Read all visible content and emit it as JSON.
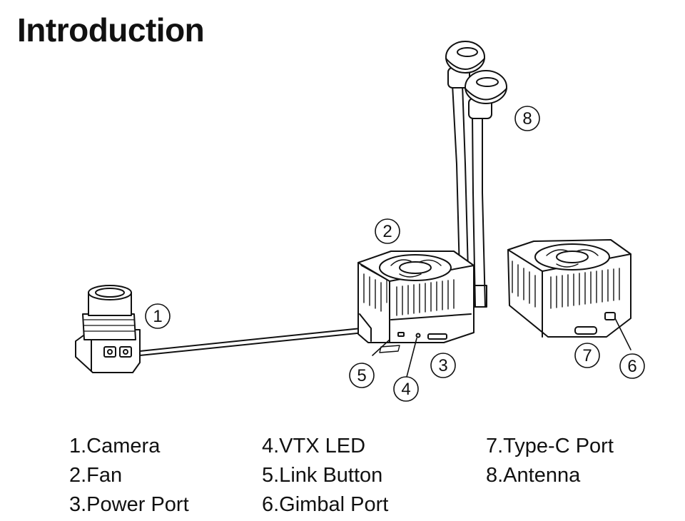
{
  "title": "Introduction",
  "callouts": [
    "1",
    "2",
    "3",
    "4",
    "5",
    "6",
    "7",
    "8"
  ],
  "legend": {
    "col1": [
      "1.Camera",
      "2.Fan",
      "3.Power Port"
    ],
    "col2": [
      "4.VTX LED",
      "5.Link Button",
      "6.Gimbal Port"
    ],
    "col3": [
      "7.Type-C Port",
      "8.Antenna"
    ]
  }
}
